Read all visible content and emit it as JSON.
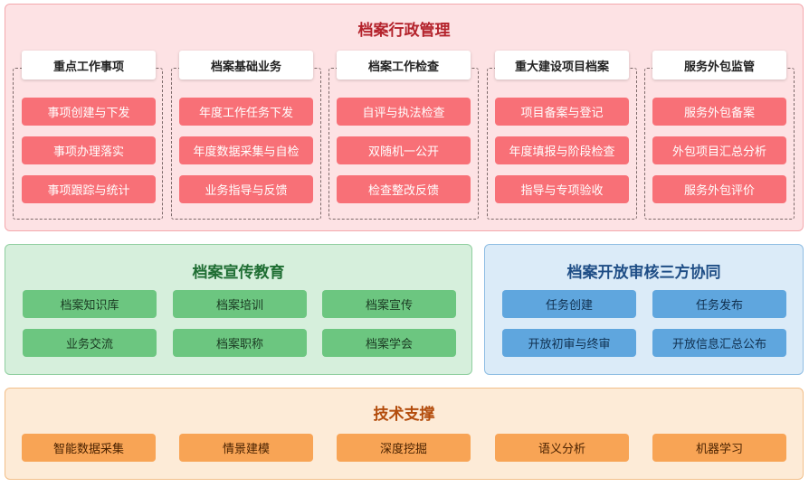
{
  "admin": {
    "title": "档案行政管理",
    "columns": [
      {
        "header": "重点工作事项",
        "items": [
          "事项创建与下发",
          "事项办理落实",
          "事项跟踪与统计"
        ]
      },
      {
        "header": "档案基础业务",
        "items": [
          "年度工作任务下发",
          "年度数据采集与自检",
          "业务指导与反馈"
        ]
      },
      {
        "header": "档案工作检查",
        "items": [
          "自评与执法检查",
          "双随机一公开",
          "检查整改反馈"
        ]
      },
      {
        "header": "重大建设项目档案",
        "items": [
          "项目备案与登记",
          "年度填报与阶段检查",
          "指导与专项验收"
        ]
      },
      {
        "header": "服务外包监管",
        "items": [
          "服务外包备案",
          "外包项目汇总分析",
          "服务外包评价"
        ]
      }
    ]
  },
  "publicity": {
    "title": "档案宣传教育",
    "items": [
      "档案知识库",
      "档案培训",
      "档案宣传",
      "业务交流",
      "档案职称",
      "档案学会"
    ]
  },
  "open_review": {
    "title": "档案开放审核三方协同",
    "items": [
      "任务创建",
      "任务发布",
      "开放初审与终审",
      "开放信息汇总公布"
    ]
  },
  "tech": {
    "title": "技术支撑",
    "items": [
      "智能数据采集",
      "情景建模",
      "深度挖掘",
      "语义分析",
      "机器学习"
    ]
  },
  "colors": {
    "admin_bg": "#fde2e4",
    "admin_chip": "#f87077",
    "publicity_bg": "#d6efdc",
    "publicity_chip": "#6cc680",
    "open_review_bg": "#dbebf8",
    "open_review_chip": "#5fa6de",
    "tech_bg": "#fdebd7",
    "tech_chip": "#f8a455"
  }
}
